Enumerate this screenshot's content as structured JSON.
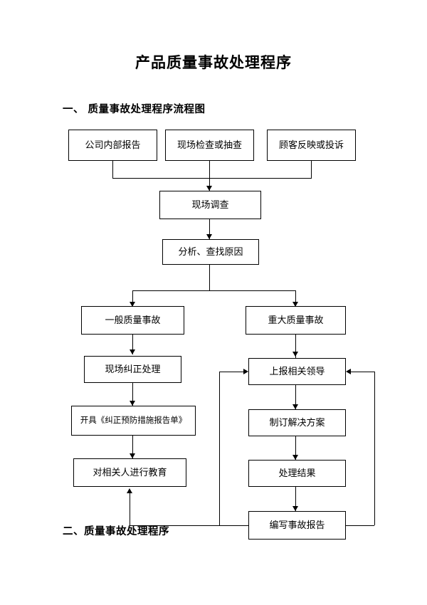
{
  "document": {
    "title": "产品质量事故处理程序",
    "headings": [
      {
        "id": "heading-1",
        "text": "一、 质量事故处理程序流程图"
      },
      {
        "id": "heading-2",
        "text": "二、质量事故处理程序"
      }
    ]
  },
  "flowchart": {
    "type": "flowchart",
    "nodes": [
      {
        "id": "n1",
        "label": "公司内部报告"
      },
      {
        "id": "n2",
        "label": "现场检查或抽查"
      },
      {
        "id": "n3",
        "label": "顾客反映或投诉"
      },
      {
        "id": "n4",
        "label": "现场调查"
      },
      {
        "id": "n5",
        "label": "分析、查找原因"
      },
      {
        "id": "n6",
        "label": "一般质量事故"
      },
      {
        "id": "n7",
        "label": "重大质量事故"
      },
      {
        "id": "n8",
        "label": "现场纠正处理"
      },
      {
        "id": "n9",
        "label": "开具《纠正预防措施报告单》"
      },
      {
        "id": "n10",
        "label": "对相关人进行教育"
      },
      {
        "id": "n11",
        "label": "上报相关领导"
      },
      {
        "id": "n12",
        "label": "制订解决方案"
      },
      {
        "id": "n13",
        "label": "处理结果"
      },
      {
        "id": "n14",
        "label": "编写事故报告"
      }
    ],
    "edges": [
      {
        "from": "n1",
        "to": "n4"
      },
      {
        "from": "n2",
        "to": "n4"
      },
      {
        "from": "n3",
        "to": "n4"
      },
      {
        "from": "n4",
        "to": "n5"
      },
      {
        "from": "n5",
        "to": "n6"
      },
      {
        "from": "n5",
        "to": "n7"
      },
      {
        "from": "n6",
        "to": "n8"
      },
      {
        "from": "n8",
        "to": "n9"
      },
      {
        "from": "n9",
        "to": "n10"
      },
      {
        "from": "n7",
        "to": "n11"
      },
      {
        "from": "n11",
        "to": "n12"
      },
      {
        "from": "n12",
        "to": "n13"
      },
      {
        "from": "n13",
        "to": "n14"
      },
      {
        "from": "n14",
        "to": "n10"
      },
      {
        "from": "n14",
        "to": "n11"
      }
    ]
  }
}
